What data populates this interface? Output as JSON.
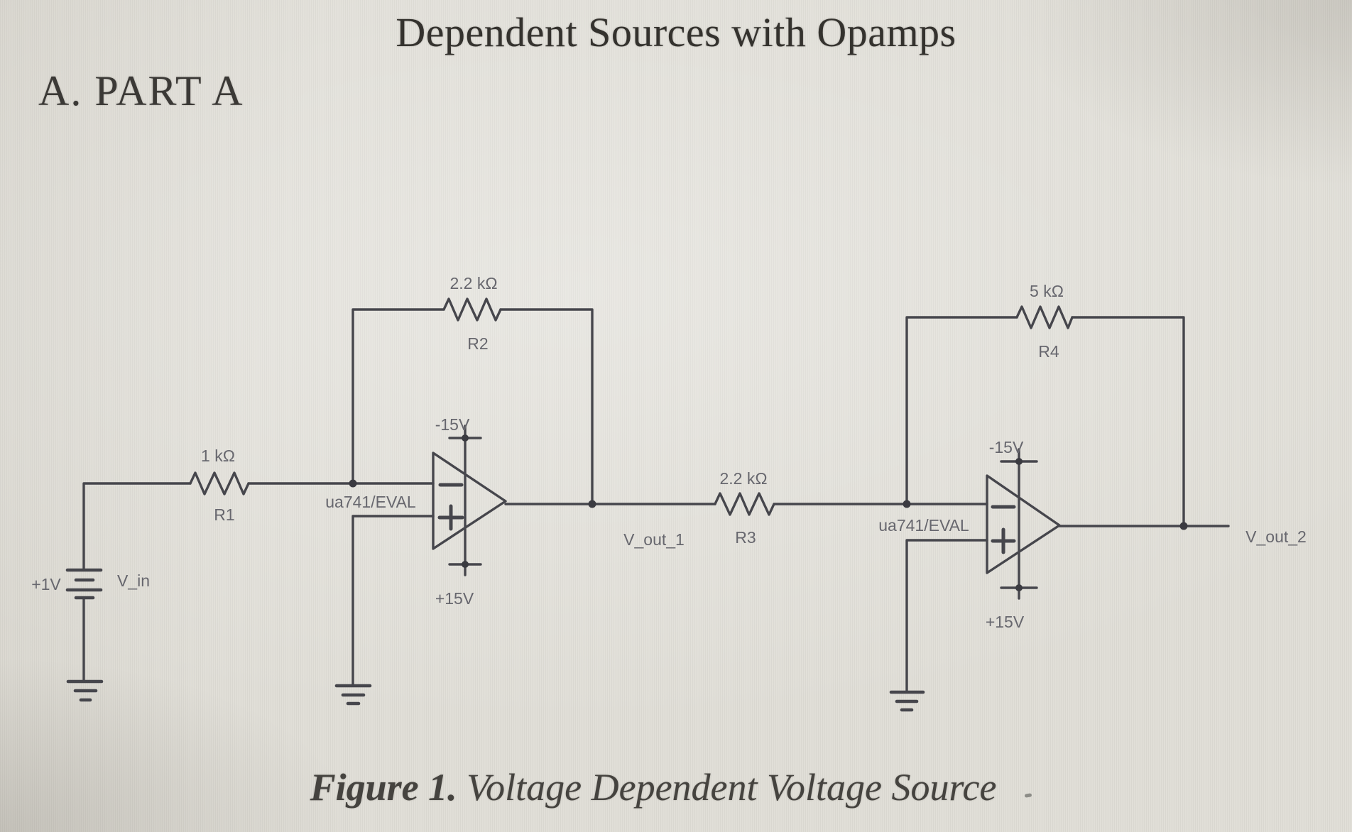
{
  "page": {
    "title": "Dependent Sources with Opamps",
    "section_heading": "A. PART A",
    "caption_prefix": "Figure 1.",
    "caption_text": " Voltage Dependent Voltage Source"
  },
  "circuit": {
    "source": {
      "value_label": "+1V",
      "name_label": "V_in"
    },
    "resistors": [
      {
        "ref": "R1",
        "value": "1 kΩ"
      },
      {
        "ref": "R2",
        "value": "2.2 kΩ"
      },
      {
        "ref": "R3",
        "value": "2.2 kΩ"
      },
      {
        "ref": "R4",
        "value": "5 kΩ"
      }
    ],
    "opamps": [
      {
        "part_label": "ua741/EVAL",
        "v_neg": "-15V",
        "v_pos": "+15V"
      },
      {
        "part_label": "ua741/EVAL",
        "v_neg": "-15V",
        "v_pos": "+15V"
      }
    ],
    "nets": [
      {
        "label": "V_out_1"
      },
      {
        "label": "V_out_2"
      }
    ]
  },
  "colors": {
    "wire": "#46464c",
    "label": "#67676e",
    "background": "#e0ded7",
    "ink": "#34322e"
  }
}
